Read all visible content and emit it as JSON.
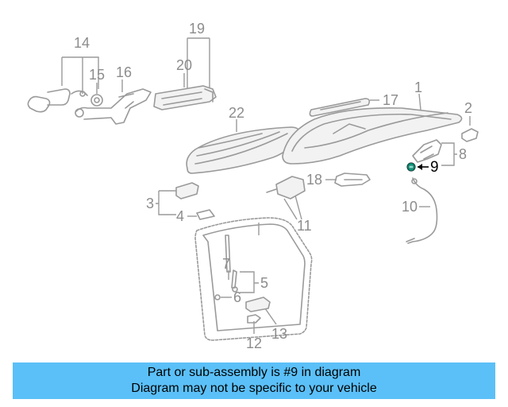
{
  "diagram": {
    "highlighted_part": "9",
    "highlight_color": "#00a88a",
    "callouts": [
      "1",
      "2",
      "3",
      "4",
      "5",
      "6",
      "7",
      "8",
      "9",
      "10",
      "11",
      "12",
      "13",
      "14",
      "15",
      "16",
      "17",
      "18",
      "19",
      "20",
      "22"
    ]
  },
  "banner": {
    "line1": "Part or sub-assembly is #9 in diagram",
    "line2": "Diagram may not be specific to your vehicle",
    "color": "#5bc0f8"
  }
}
